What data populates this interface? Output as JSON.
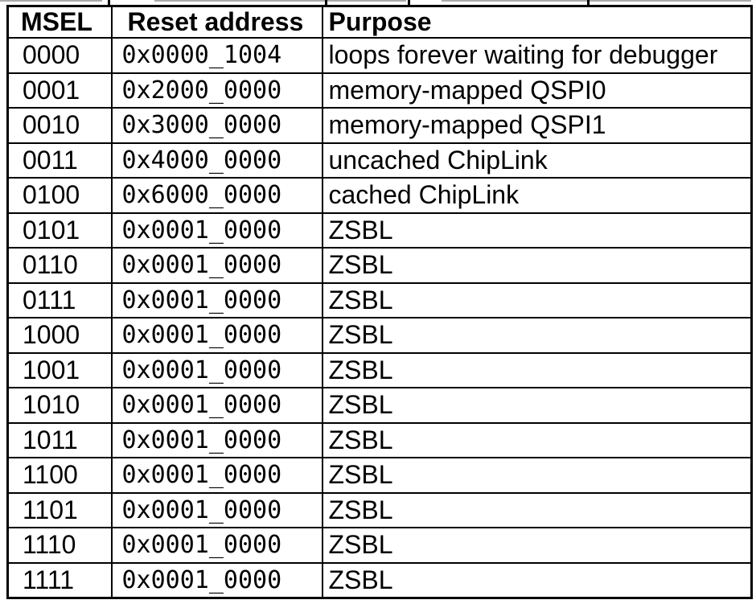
{
  "colors": {
    "background": "#ffffff",
    "text": "#000000",
    "border": "#000000",
    "crop_line_gray": "#aaaaaa"
  },
  "table": {
    "columns": [
      {
        "label": "MSEL"
      },
      {
        "label": "Reset address"
      },
      {
        "label": "Purpose"
      }
    ],
    "rows": [
      {
        "msel": "0000",
        "reset_address": "0x0000_1004",
        "purpose": "loops forever waiting for debugger"
      },
      {
        "msel": "0001",
        "reset_address": "0x2000_0000",
        "purpose": "memory-mapped QSPI0"
      },
      {
        "msel": "0010",
        "reset_address": "0x3000_0000",
        "purpose": "memory-mapped QSPI1"
      },
      {
        "msel": "0011",
        "reset_address": "0x4000_0000",
        "purpose": "uncached ChipLink"
      },
      {
        "msel": "0100",
        "reset_address": "0x6000_0000",
        "purpose": "cached ChipLink"
      },
      {
        "msel": "0101",
        "reset_address": "0x0001_0000",
        "purpose": "ZSBL"
      },
      {
        "msel": "0110",
        "reset_address": "0x0001_0000",
        "purpose": "ZSBL"
      },
      {
        "msel": "0111",
        "reset_address": "0x0001_0000",
        "purpose": "ZSBL"
      },
      {
        "msel": "1000",
        "reset_address": "0x0001_0000",
        "purpose": "ZSBL"
      },
      {
        "msel": "1001",
        "reset_address": "0x0001_0000",
        "purpose": "ZSBL"
      },
      {
        "msel": "1010",
        "reset_address": "0x0001_0000",
        "purpose": "ZSBL"
      },
      {
        "msel": "1011",
        "reset_address": "0x0001_0000",
        "purpose": "ZSBL"
      },
      {
        "msel": "1100",
        "reset_address": "0x0001_0000",
        "purpose": "ZSBL"
      },
      {
        "msel": "1101",
        "reset_address": "0x0001_0000",
        "purpose": "ZSBL"
      },
      {
        "msel": "1110",
        "reset_address": "0x0001_0000",
        "purpose": "ZSBL"
      },
      {
        "msel": "1111",
        "reset_address": "0x0001_0000",
        "purpose": "ZSBL"
      }
    ]
  }
}
